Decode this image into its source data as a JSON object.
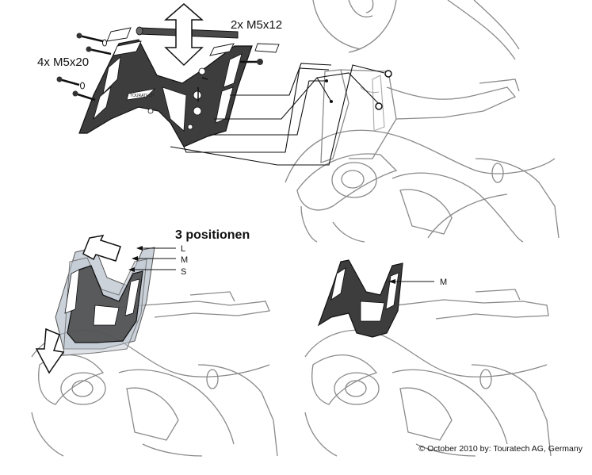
{
  "labels": {
    "screw_top": "2x M5x12",
    "screw_left": "4x M5x20",
    "positions_title": "3 positionen",
    "pos_l": "L",
    "pos_m": "M",
    "pos_s": "S",
    "pos_selected": "M"
  },
  "footer": {
    "copyright": "© October 2010 by: Touratech AG, Germany"
  },
  "colors": {
    "part_fill": "#3d3d3d",
    "highlight_fill": "#a9b4c2",
    "line": "#111111",
    "ghost": "#8a8a8a"
  }
}
